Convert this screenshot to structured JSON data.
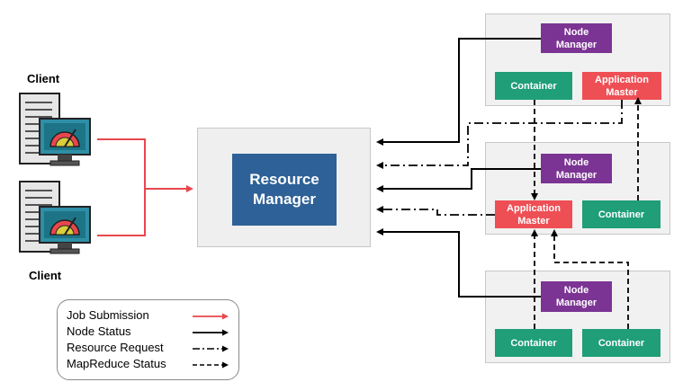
{
  "clients": [
    {
      "label": "Client"
    },
    {
      "label": "Client"
    }
  ],
  "resource_manager": {
    "label": "Resource\nManager"
  },
  "nodes": [
    {
      "node_manager": "Node\nManager",
      "left_chip": "Container",
      "right_chip": "Application\nMaster"
    },
    {
      "node_manager": "Node\nManager",
      "left_chip": "Application\nMaster",
      "right_chip": "Container"
    },
    {
      "node_manager": "Node\nManager",
      "left_chip": "Container",
      "right_chip": "Container"
    }
  ],
  "legend": {
    "items": [
      {
        "label": "Job Submission",
        "style": "solid",
        "color": "#e8474d"
      },
      {
        "label": "Node Status",
        "style": "solid",
        "color": "#000000"
      },
      {
        "label": "Resource Request",
        "style": "dash-dot",
        "color": "#000000"
      },
      {
        "label": "MapReduce Status",
        "style": "dashed",
        "color": "#000000"
      }
    ]
  },
  "colors": {
    "node_manager": "#7b3493",
    "container": "#1f9e78",
    "application_master": "#ee4f55",
    "resource_manager": "#2e6197",
    "job_submission": "#e8474d"
  }
}
